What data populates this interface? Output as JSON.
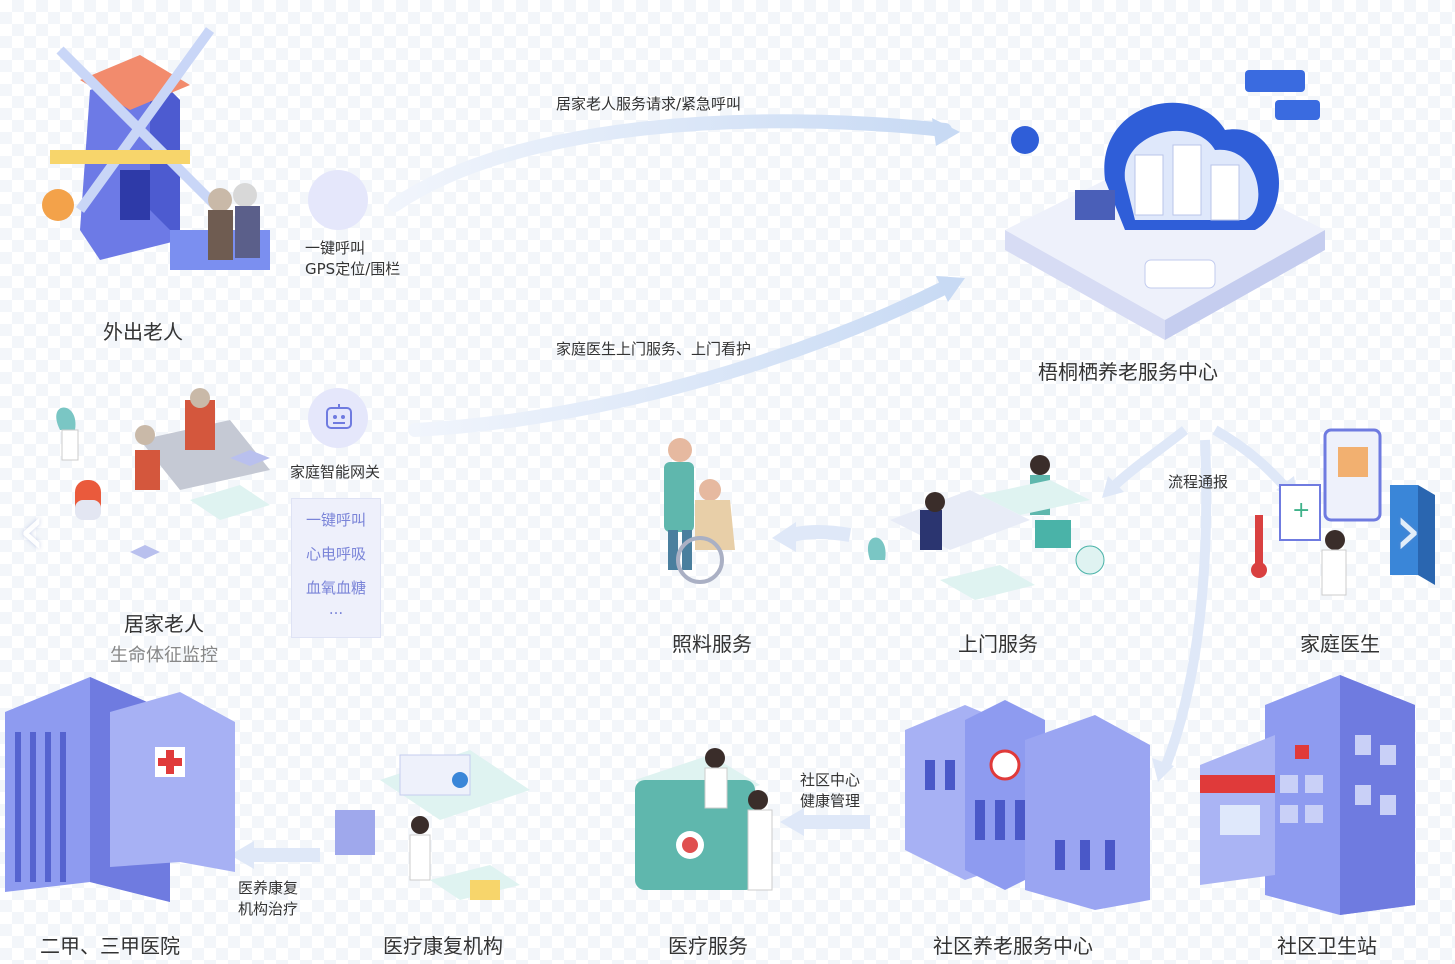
{
  "nodes": {
    "outdoor_elder": "外出老人",
    "center": "梧桐栖养老服务中心",
    "home_elder": "居家老人",
    "home_elder_sub": "生命体征监控",
    "care_service": "照料服务",
    "home_service": "上门服务",
    "family_doctor": "家庭医生",
    "hospital": "二甲、三甲医院",
    "rehab_institution": "医疗康复机构",
    "medical_service": "医疗服务",
    "community_center": "社区养老服务中心",
    "health_station": "社区卫生站"
  },
  "edges": {
    "request": "居家老人服务请求/紧急呼叫",
    "doctor_visit": "家庭医生上门服务、上门看护",
    "process_notify": "流程通报",
    "rehab_treat_1": "医养康复",
    "rehab_treat_2": "机构治疗",
    "community_health_1": "社区中心",
    "community_health_2": "健康管理"
  },
  "device_one": {
    "line1": "一键呼叫",
    "line2": "GPS定位/围栏"
  },
  "gateway": {
    "title": "家庭智能网关",
    "items": [
      "一键呼叫",
      "心电呼吸",
      "血氧血糖",
      "..."
    ]
  },
  "nav": {
    "prev": "‹",
    "next": "›"
  },
  "colors": {
    "accent": "#5b6ee8",
    "arrow": "#dfe8f8",
    "building": "#8a95e6"
  }
}
